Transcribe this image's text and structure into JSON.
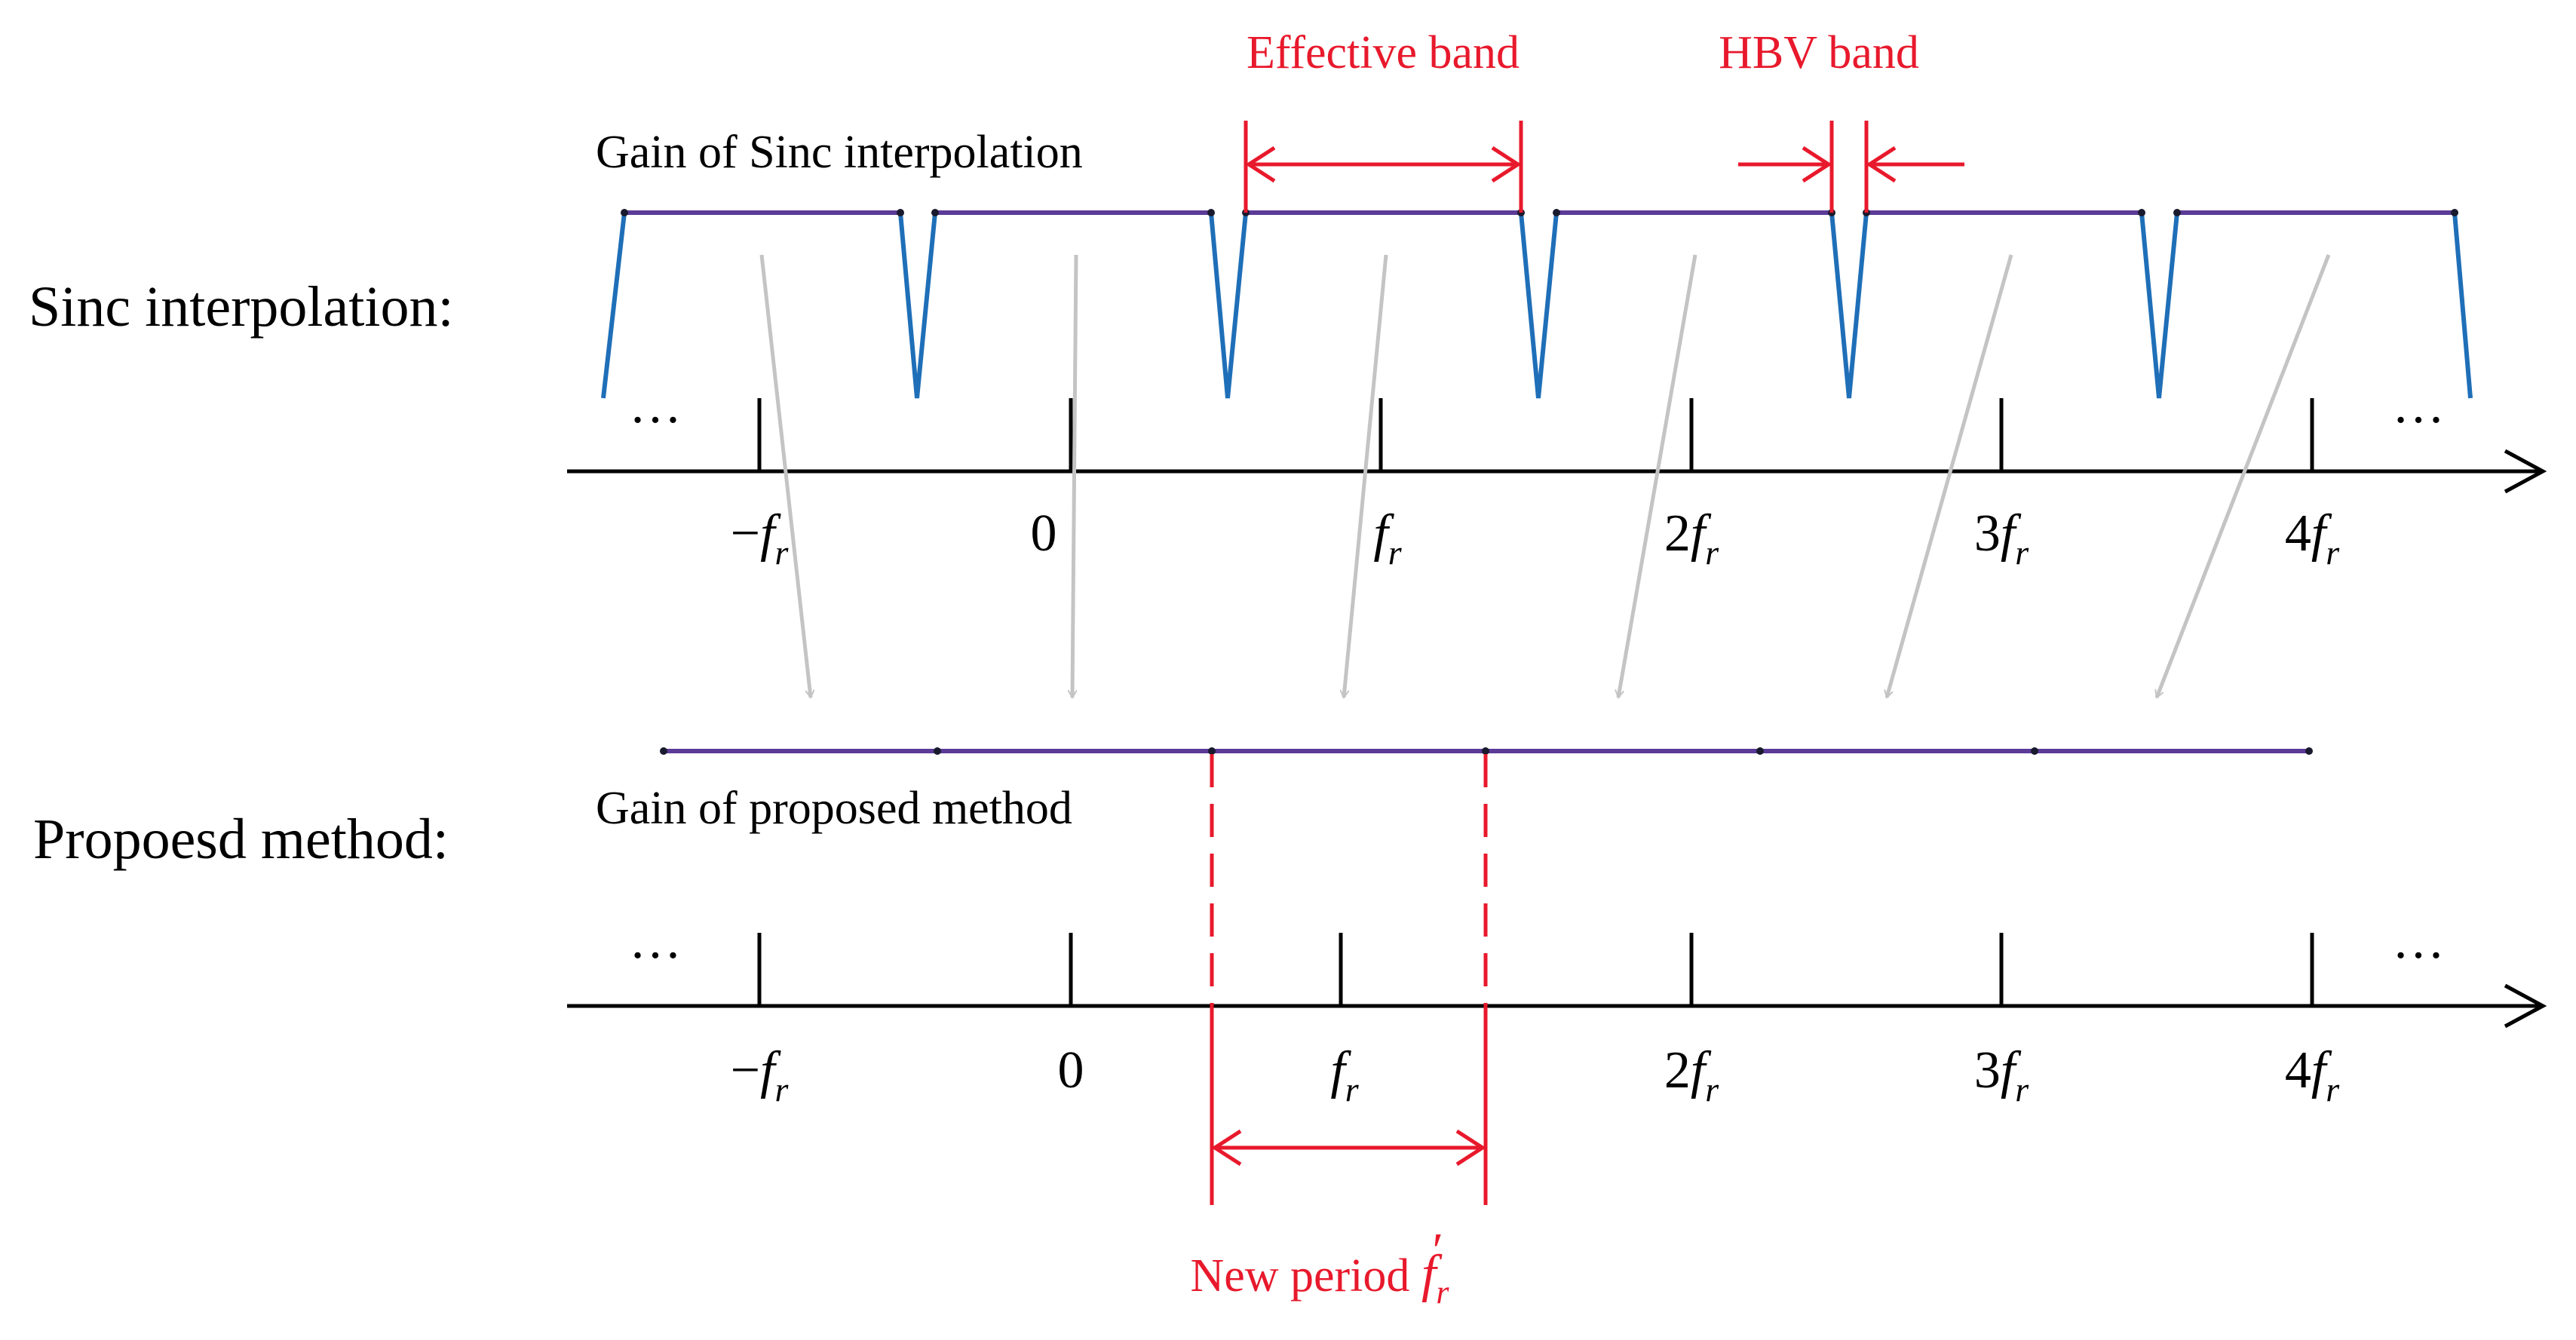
{
  "rows": {
    "sinc": {
      "label": "Sinc interpolation:",
      "gain_label": "Gain of Sinc interpolation"
    },
    "proposed": {
      "label": "Propoesd method:",
      "gain_label": "Gain of proposed method"
    }
  },
  "axis": {
    "ticks": [
      {
        "prefix": "−",
        "symbol": "f",
        "subscript": "r"
      },
      {
        "prefix": "0",
        "symbol": "",
        "subscript": ""
      },
      {
        "prefix": "",
        "symbol": "f",
        "subscript": "r"
      },
      {
        "prefix": "2",
        "symbol": "f",
        "subscript": "r"
      },
      {
        "prefix": "3",
        "symbol": "f",
        "subscript": "r"
      },
      {
        "prefix": "4",
        "symbol": "f",
        "subscript": "r"
      }
    ],
    "ellipsis": "…"
  },
  "annotations": {
    "effective_band": "Effective band",
    "hbv_band": "HBV band",
    "new_period": {
      "text": "New period ",
      "symbol": "f",
      "subscript": "r",
      "prime": "′"
    }
  },
  "colors": {
    "axis": "#000000",
    "gain_line": "#5b3b97",
    "sinc_dip": "#1f6fb8",
    "mapping_arrow": "#c4c4c4",
    "annotation": "#e8192c"
  }
}
